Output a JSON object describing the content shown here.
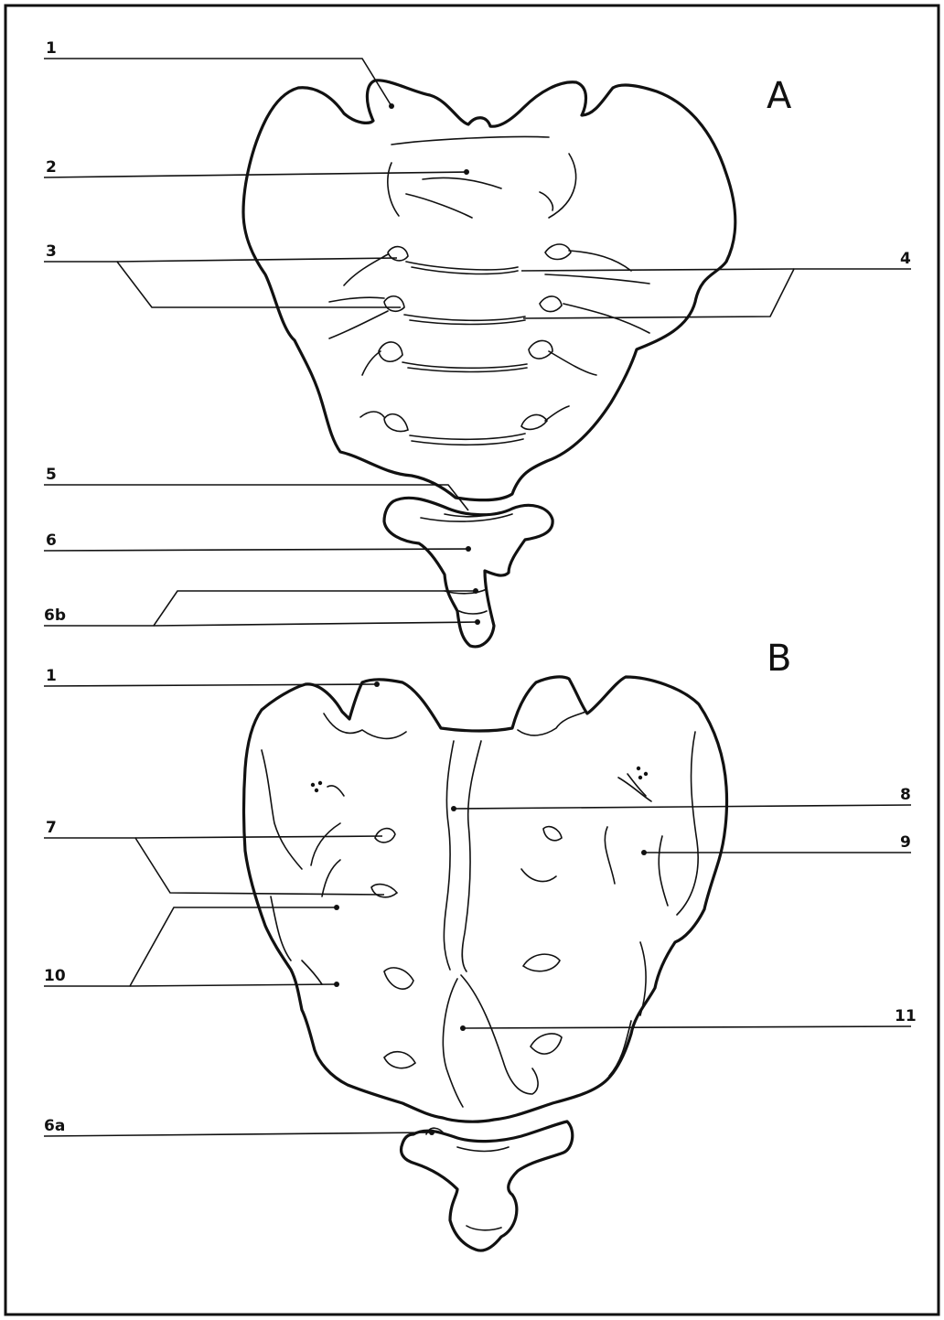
{
  "views": {
    "a": "A",
    "b": "B"
  },
  "labels": {
    "l1_a": "1",
    "l2": "2",
    "l3": "3",
    "l4": "4",
    "l5": "5",
    "l6": "6",
    "l6b": "6b",
    "l1_b": "1",
    "l7": "7",
    "l8": "8",
    "l9": "9",
    "l10": "10",
    "l11": "11",
    "l6a": "6a"
  }
}
